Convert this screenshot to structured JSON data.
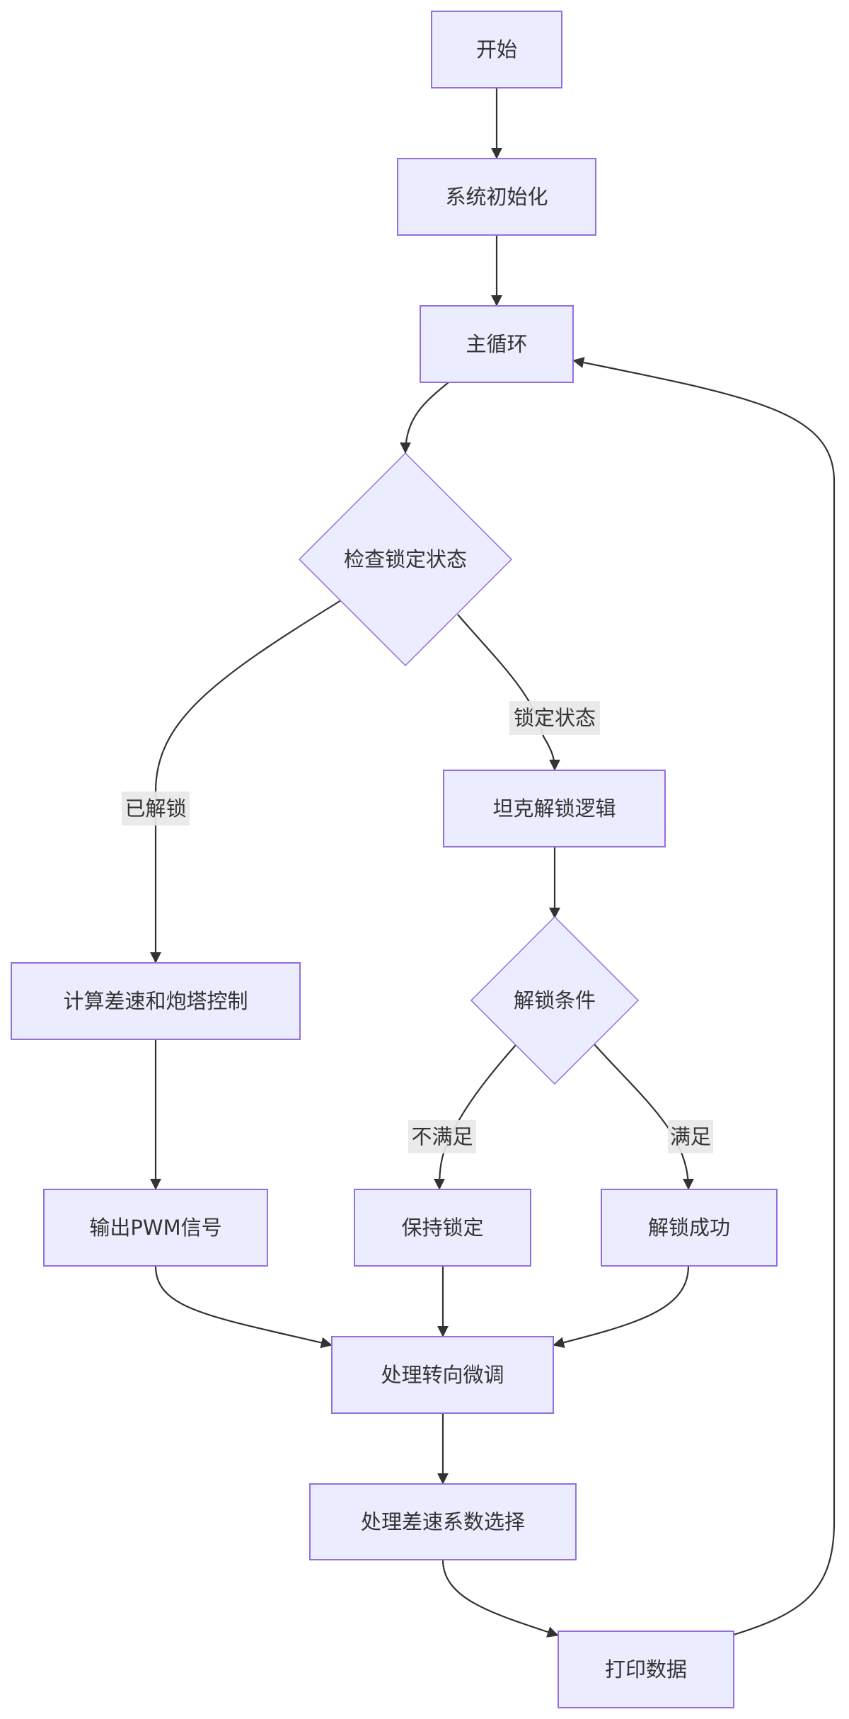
{
  "diagram": {
    "type": "flowchart",
    "direction": "top-down",
    "colors": {
      "node_fill": "#ECECFF",
      "node_stroke": "#9370DB",
      "edge": "#333333",
      "label_bg": "#e8e8e8",
      "text": "#333333"
    },
    "nodes": [
      {
        "id": "start",
        "label": "开始",
        "shape": "rect"
      },
      {
        "id": "init",
        "label": "系统初始化",
        "shape": "rect"
      },
      {
        "id": "mainloop",
        "label": "主循环",
        "shape": "rect"
      },
      {
        "id": "checklock",
        "label": "检查锁定状态",
        "shape": "diamond"
      },
      {
        "id": "unlocklogic",
        "label": "坦克解锁逻辑",
        "shape": "rect"
      },
      {
        "id": "unlockcond",
        "label": "解锁条件",
        "shape": "diamond"
      },
      {
        "id": "calc",
        "label": "计算差速和炮塔控制",
        "shape": "rect"
      },
      {
        "id": "pwm",
        "label": "输出PWM信号",
        "shape": "rect"
      },
      {
        "id": "keeplock",
        "label": "保持锁定",
        "shape": "rect"
      },
      {
        "id": "unlockok",
        "label": "解锁成功",
        "shape": "rect"
      },
      {
        "id": "steer",
        "label": "处理转向微调",
        "shape": "rect"
      },
      {
        "id": "diffsel",
        "label": "处理差速系数选择",
        "shape": "rect"
      },
      {
        "id": "print",
        "label": "打印数据",
        "shape": "rect"
      }
    ],
    "edges": [
      {
        "from": "start",
        "to": "init",
        "label": ""
      },
      {
        "from": "init",
        "to": "mainloop",
        "label": ""
      },
      {
        "from": "mainloop",
        "to": "checklock",
        "label": ""
      },
      {
        "from": "checklock",
        "to": "calc",
        "label": "已解锁"
      },
      {
        "from": "checklock",
        "to": "unlocklogic",
        "label": "锁定状态"
      },
      {
        "from": "unlocklogic",
        "to": "unlockcond",
        "label": ""
      },
      {
        "from": "calc",
        "to": "pwm",
        "label": ""
      },
      {
        "from": "unlockcond",
        "to": "keeplock",
        "label": "不满足"
      },
      {
        "from": "unlockcond",
        "to": "unlockok",
        "label": "满足"
      },
      {
        "from": "pwm",
        "to": "steer",
        "label": ""
      },
      {
        "from": "keeplock",
        "to": "steer",
        "label": ""
      },
      {
        "from": "unlockok",
        "to": "steer",
        "label": ""
      },
      {
        "from": "steer",
        "to": "diffsel",
        "label": ""
      },
      {
        "from": "diffsel",
        "to": "print",
        "label": ""
      },
      {
        "from": "print",
        "to": "mainloop",
        "label": ""
      }
    ]
  }
}
